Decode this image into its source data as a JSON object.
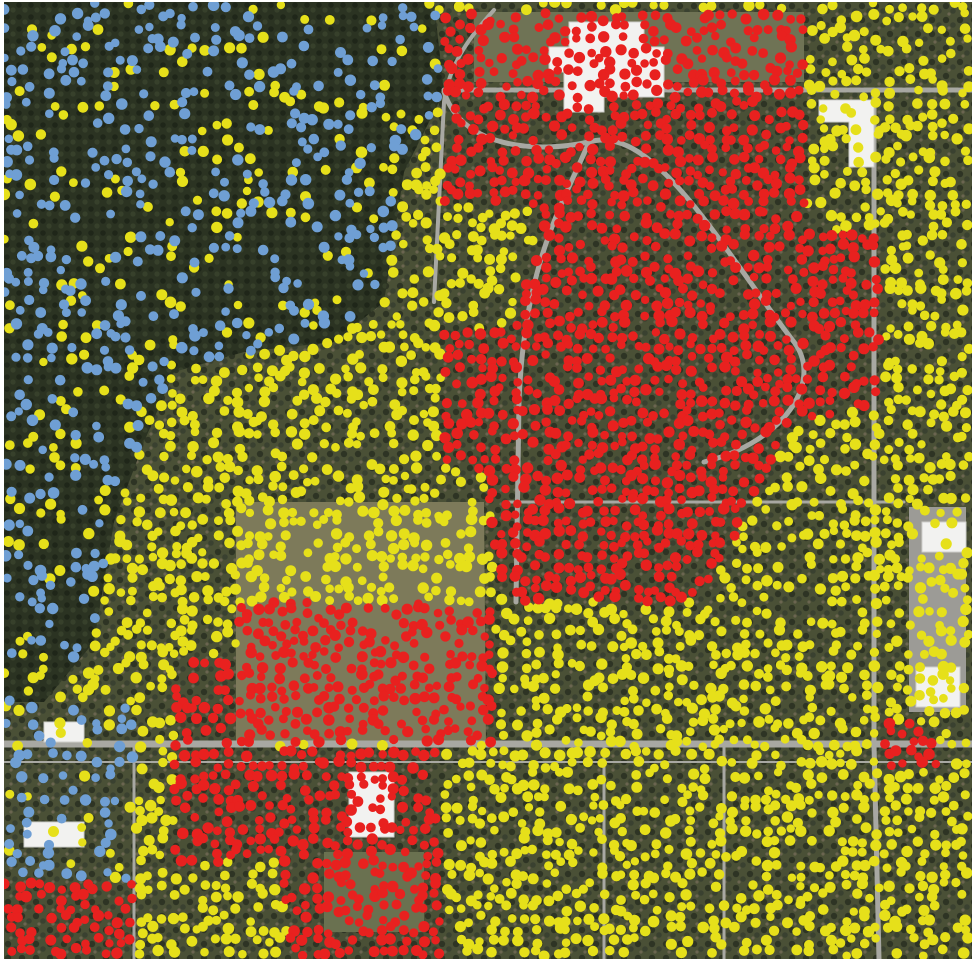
{
  "map": {
    "kind": "aerial-classification-overlay",
    "labels": [],
    "colors": {
      "background": "#ffffff",
      "forest_dark": "#2b3322",
      "residential_canopy": "#4a5036",
      "grass_field": "#7d7a5a",
      "road": "#a8a8a2",
      "building_roof": "#f2f2f0",
      "dot_red": "#e8211f",
      "dot_yellow": "#e6e01a",
      "dot_blue": "#6f9fd4"
    },
    "dot_classes": [
      {
        "id": "red",
        "color": "#e8211f"
      },
      {
        "id": "yellow",
        "color": "#e6e01a"
      },
      {
        "id": "blue",
        "color": "#6f9fd4"
      }
    ]
  }
}
